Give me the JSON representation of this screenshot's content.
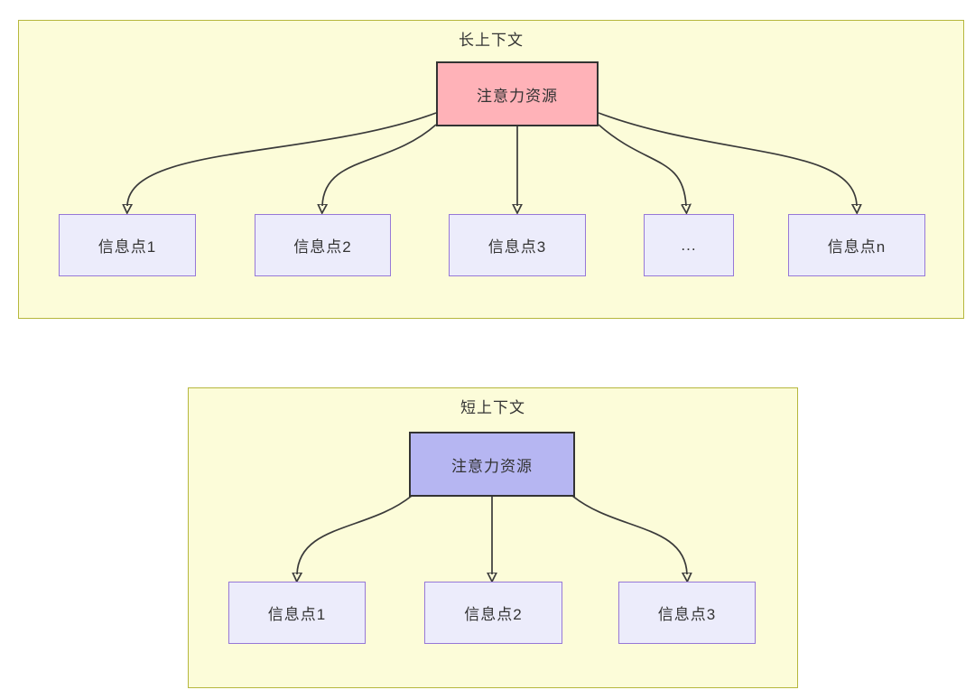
{
  "diagram": {
    "long_context": {
      "title": "长上下文",
      "attention": {
        "label": "注意力资源"
      },
      "info_points": [
        {
          "label": "信息点1"
        },
        {
          "label": "信息点2"
        },
        {
          "label": "信息点3"
        },
        {
          "label": "..."
        },
        {
          "label": "信息点n"
        }
      ]
    },
    "short_context": {
      "title": "短上下文",
      "attention": {
        "label": "注意力资源"
      },
      "info_points": [
        {
          "label": "信息点1"
        },
        {
          "label": "信息点2"
        },
        {
          "label": "信息点3"
        }
      ]
    },
    "colors": {
      "container_fill": "#fcfcd9",
      "container_border": "#b6b73d",
      "attention_long_fill": "#ffb2b8",
      "attention_short_fill": "#b6b6f2",
      "attention_border": "#333333",
      "info_fill": "#ececfb",
      "info_border": "#9678d7",
      "arrow": "#3a3a3a",
      "text": "#333333"
    }
  }
}
